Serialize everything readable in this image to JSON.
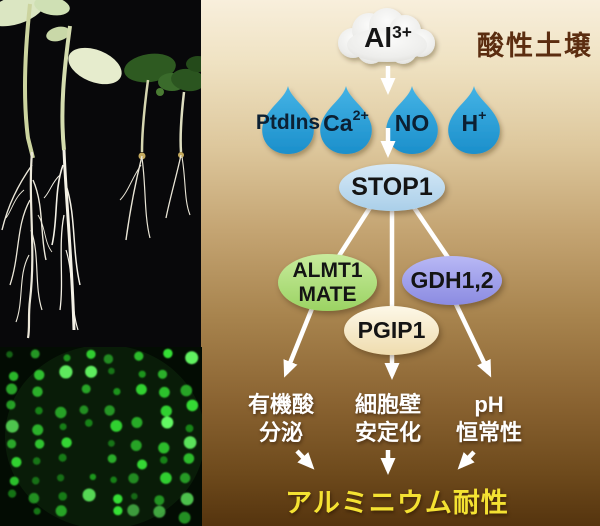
{
  "title_label": "酸性土壌",
  "cloud": {
    "base": "Al",
    "sup": "3+"
  },
  "drops": [
    {
      "base": "PtdIns",
      "sup": ""
    },
    {
      "base": "Ca",
      "sup": "2+"
    },
    {
      "base": "NO",
      "sup": ""
    },
    {
      "base": "H",
      "sup": "+"
    }
  ],
  "nodes": {
    "stop1": "STOP1",
    "almt_line1": "ALMT1",
    "almt_line2": "MATE",
    "gdh": "GDH1,2",
    "pgip": "PGIP1"
  },
  "outcomes": [
    {
      "line1": "有機酸",
      "line2": "分泌"
    },
    {
      "line1": "細胞壁",
      "line2": "安定化"
    },
    {
      "line1": "pH",
      "line2": "恒常性"
    }
  ],
  "result_label": "アルミニウム耐性",
  "colors": {
    "background_top": "#f8efdc",
    "background_bottom": "#55340e",
    "title_brown": "#5b2d10",
    "drop_blue": "#2aa1da",
    "stop1_blue": "#b9d8ee",
    "almt_green": "#aedd7f",
    "gdh_purple": "#9d9deb",
    "pgip_cream": "#f7edd2",
    "arrow_white": "#ffffff",
    "result_yellow": "#f4e232",
    "fluorescence_green": "#35e035"
  },
  "fluorescence": {
    "cols": 8,
    "rows": 10
  }
}
